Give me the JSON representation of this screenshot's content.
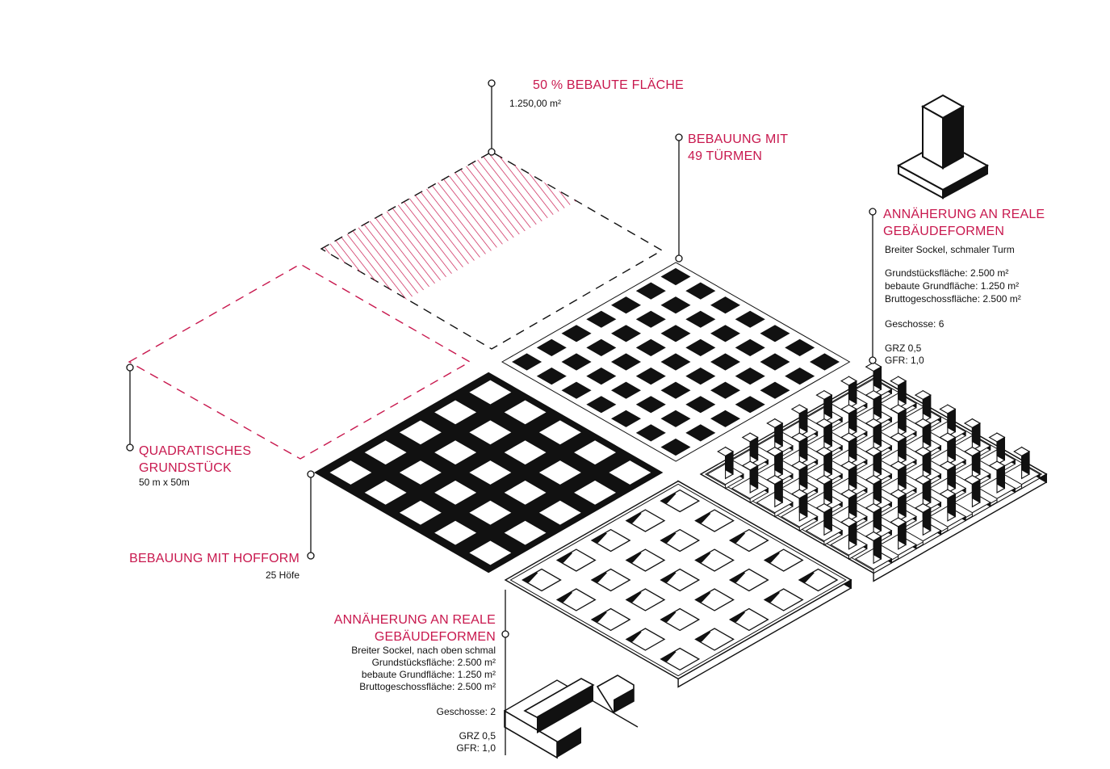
{
  "colors": {
    "accent": "#c8184e",
    "ink": "#111111",
    "paper": "#ffffff"
  },
  "annotations": {
    "built_area": {
      "title": "50 % BEBAUTE FLÄCHE",
      "value": "1.250,00 m²"
    },
    "towers": {
      "title_line1": "BEBAUUNG MIT",
      "title_line2": "49 TÜRMEN"
    },
    "real_forms_tower": {
      "title_line1": "ANNÄHERUNG AN REALE",
      "title_line2": "GEBÄUDEFORMEN",
      "description": "Breiter Sockel, schmaler Turm",
      "plot_area": "Grundstücksfläche: 2.500 m²",
      "built_footprint": "bebaute Grundfläche: 1.250 m²",
      "gross_floor_area": "Bruttogeschossfläche: 2.500 m²",
      "floors": "Geschosse: 6",
      "grz": "GRZ 0,5",
      "gfr": "GFR: 1,0"
    },
    "square_plot": {
      "title_line1": "QUADRATISCHES",
      "title_line2": "GRUNDSTÜCK",
      "value": "50 m x 50m"
    },
    "courtyard": {
      "title": "BEBAUUNG MIT HOFFORM",
      "value": "25 Höfe"
    },
    "real_forms_court": {
      "title_line1": "ANNÄHERUNG AN REALE",
      "title_line2": "GEBÄUDEFORMEN",
      "description": "Breiter Sockel, nach oben schmal",
      "plot_area": "Grundstücksfläche: 2.500 m²",
      "built_footprint": "bebaute Grundfläche: 1.250 m²",
      "gross_floor_area": "Bruttogeschossfläche: 2.500 m²",
      "floors": "Geschosse: 2",
      "grz": "GRZ 0,5",
      "gfr": "GFR: 1,0"
    }
  }
}
